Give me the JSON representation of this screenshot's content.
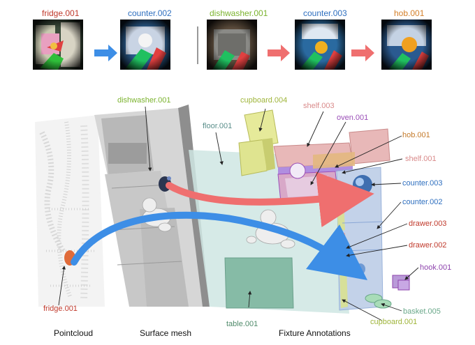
{
  "frames": [
    {
      "title": "fridge.001",
      "color": "#c0392b"
    },
    {
      "title": "counter.002",
      "color": "#2e6fbf"
    },
    {
      "title": "dishwasher.001",
      "color": "#7bb32e"
    },
    {
      "title": "counter.003",
      "color": "#2e6fbf"
    },
    {
      "title": "hob.001",
      "color": "#d4802a"
    }
  ],
  "labels": {
    "dishwasher": "dishwasher.001",
    "cupboard004": "cupboard.004",
    "floor": "floor.001",
    "shelf003": "shelf.003",
    "oven": "oven.001",
    "hob": "hob.001",
    "shelf001": "shelf.001",
    "counter003": "counter.003",
    "counter002": "counter.002",
    "drawer003": "drawer.003",
    "drawer002": "drawer.002",
    "hook": "hook.001",
    "basket": "basket.005",
    "cupboard001": "cupboard.001",
    "fridge": "fridge.001",
    "table": "table.001"
  },
  "captions": {
    "pointcloud": "Pointcloud",
    "surface": "Surface mesh",
    "fixtures": "Fixture Annotations"
  },
  "colors": {
    "fridge": "#c0392b",
    "counter": "#2e6fbf",
    "dishwasher": "#7bb32e",
    "cupboard_green": "#9fb53a",
    "floor": "#5b8f8b",
    "shelf": "#d98a8a",
    "oven": "#9b4fb8",
    "hob": "#c47a2a",
    "drawer": "#c0392b",
    "hook": "#8e44ad",
    "basket": "#6aa88a",
    "table": "#4f8a6a",
    "arrow_red": "#ef6f6f",
    "arrow_blue": "#3d8ee6"
  }
}
